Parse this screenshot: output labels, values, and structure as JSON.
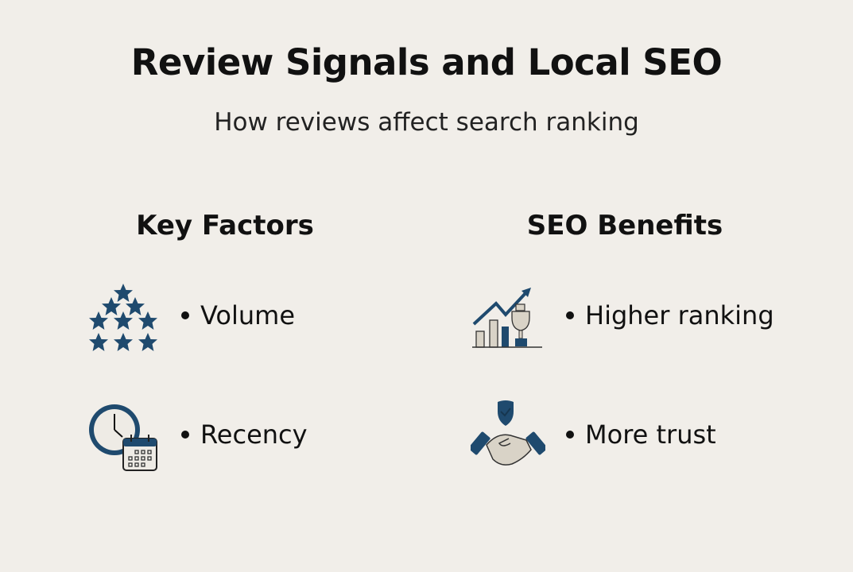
{
  "title": "Review Signals and Local SEO",
  "subtitle": "How reviews affect search ranking",
  "columns": [
    {
      "heading": "Key Factors",
      "items": [
        {
          "icon": "stars-icon",
          "label": "Volume"
        },
        {
          "icon": "clock-calendar-icon",
          "label": "Recency"
        }
      ]
    },
    {
      "heading": "SEO Benefits",
      "items": [
        {
          "icon": "growth-chart-trophy-icon",
          "label": "Higher ranking"
        },
        {
          "icon": "handshake-shield-icon",
          "label": "More trust"
        }
      ]
    }
  ],
  "colors": {
    "background": "#f1eee9",
    "accent": "#1f4a6e"
  }
}
